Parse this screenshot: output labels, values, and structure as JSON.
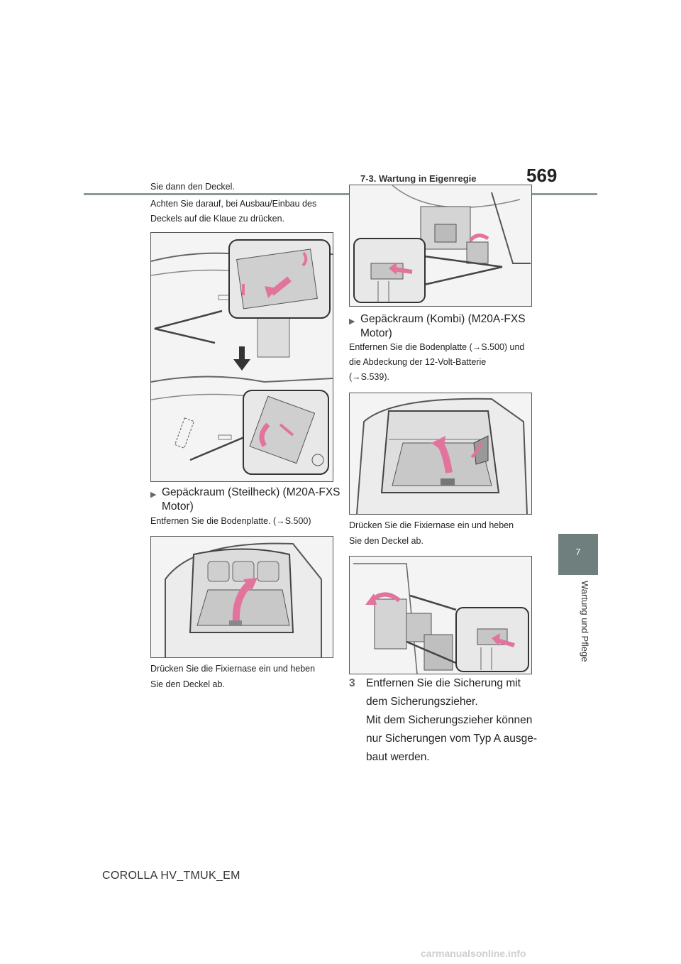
{
  "header": {
    "section": "7-3. Wartung in Eigenregie",
    "page_number": "569"
  },
  "chapter": {
    "number": "7",
    "title": "Wartung und Pflege"
  },
  "footer": {
    "model": "COROLLA HV_TMUK_EM",
    "watermark": "carmanualsonline.info"
  },
  "left_column": {
    "para1": "Sie dann den Deckel.",
    "para2_line1": "Achten Sie darauf, bei Ausbau/Einbau des",
    "para2_line2": "Deckels auf die Klaue zu drücken.",
    "bullet1_line1": "Gepäckraum (Steilheck) (M20A-FXS",
    "bullet1_line2": "Motor)",
    "bullet1_text": "Entfernen Sie die Bodenplatte. (→S.500)",
    "note1_line1": "Drücken Sie die Fixiernase ein und heben",
    "note1_line2": "Sie den Deckel ab."
  },
  "right_column": {
    "bullet2_line1": "Gepäckraum (Kombi) (M20A-FXS",
    "bullet2_line2": "Motor)",
    "bullet2_text_line1": "Entfernen Sie die Bodenplatte (→S.500) und",
    "bullet2_text_line2": "die Abdeckung der 12-Volt-Batterie",
    "bullet2_text_line3": "(→S.539).",
    "note2_line1": "Drücken Sie die Fixiernase ein und heben",
    "note2_line2": "Sie den Deckel ab.",
    "step_number": "3",
    "step_line1": "Entfernen Sie die Sicherung mit",
    "step_line2": "dem Sicherungszieher.",
    "step_line3": "Mit dem Sicherungszieher können",
    "step_line4": "nur Sicherungen vom Typ A ausge-",
    "step_line5": "baut werden."
  },
  "icons": {
    "bullet": "triangle-right-icon",
    "arrow": "pink-arrow-icon"
  },
  "colors": {
    "accent_gray": "#6f7f7d",
    "arrow_pink": "#e2739c"
  }
}
